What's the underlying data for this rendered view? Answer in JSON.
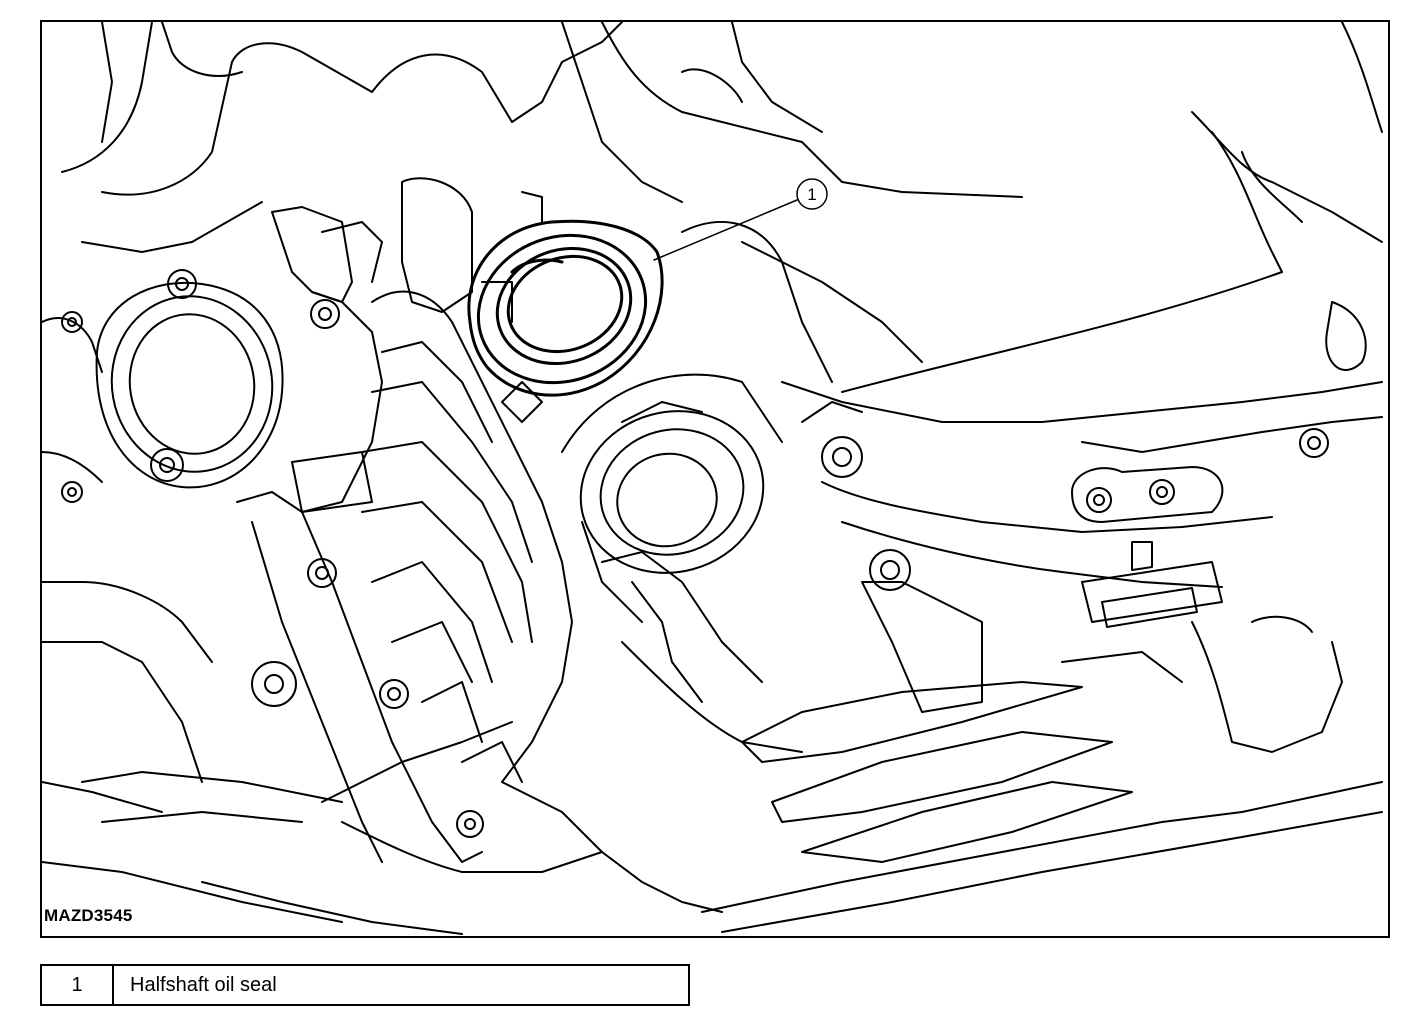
{
  "figure": {
    "id": "MAZD3545",
    "callout": "1"
  },
  "legend": {
    "rows": [
      {
        "number": "1",
        "description": "Halfshaft oil seal"
      }
    ]
  }
}
